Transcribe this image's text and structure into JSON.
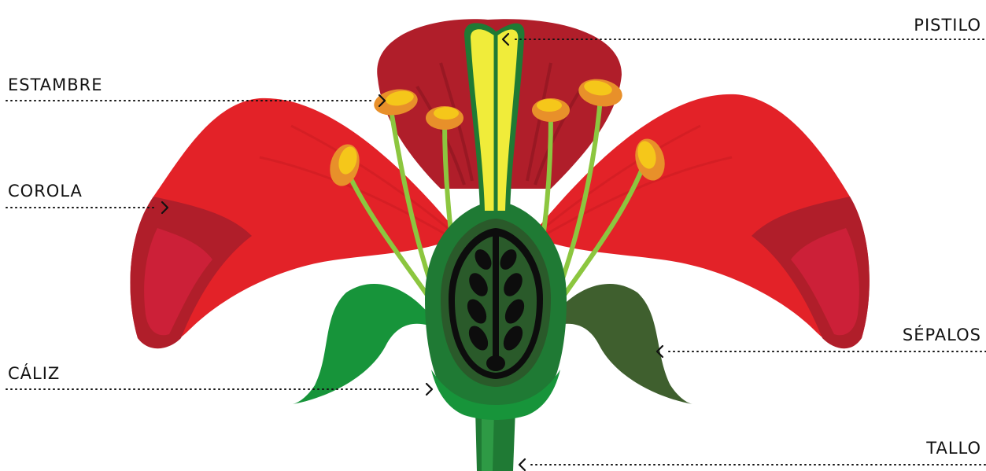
{
  "labels": {
    "pistilo": "PISTILO",
    "estambre": "ESTAMBRE",
    "corola": "COROLA",
    "sepalos": "SÉPALOS",
    "caliz": "CÁLIZ",
    "tallo": "TALLO"
  },
  "colors": {
    "petal_red": "#e32228",
    "petal_dark": "#b01e2a",
    "petal_crimson": "#cc2038",
    "sepal_green": "#17943a",
    "sepal_dark": "#3f5f2e",
    "receptacle_green": "#1f7a34",
    "ovary_dark": "#2a5a2a",
    "ovule_black": "#0d0d0d",
    "style_yellow": "#f0ec3a",
    "filament_green": "#8cc63f",
    "anther_orange": "#e8902a",
    "anther_yellow": "#f5c71a"
  }
}
